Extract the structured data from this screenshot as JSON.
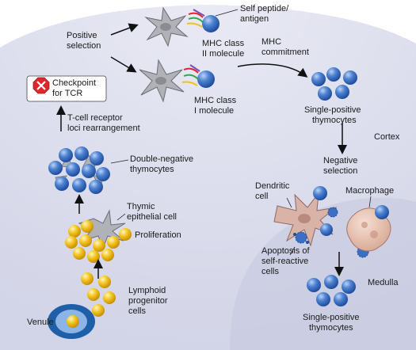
{
  "labels": {
    "self_peptide": [
      "Self peptide/",
      "antigen"
    ],
    "positive_selection": [
      "Positive",
      "selection"
    ],
    "mhc_class_ii": [
      "MHC class",
      "II molecule"
    ],
    "mhc_class_i": [
      "MHC class",
      "I molecule"
    ],
    "mhc_commitment": [
      "MHC",
      "commitment"
    ],
    "checkpoint": [
      "Checkpoint",
      "for TCR"
    ],
    "tcr_rearrangement": [
      "T-cell receptor",
      "loci rearrangement"
    ],
    "single_positive_top": [
      "Single-positive",
      "thymocytes"
    ],
    "cortex": "Cortex",
    "double_negative": [
      "Double-negative",
      "thymocytes"
    ],
    "negative_selection": [
      "Negative",
      "selection"
    ],
    "dendritic_cell": [
      "Dendritic",
      "cell"
    ],
    "macrophage": "Macrophage",
    "thymic_epithelial": [
      "Thymic",
      "epithelial cell"
    ],
    "proliferation": "Proliferation",
    "apoptosis": [
      "Apoptosis of",
      "self-reactive",
      "cells"
    ],
    "medulla": "Medulla",
    "lymphoid_progenitor": [
      "Lymphoid",
      "progenitor",
      "cells"
    ],
    "single_positive_bottom": [
      "Single-positive",
      "thymocytes"
    ],
    "venule": "Venule"
  },
  "colors": {
    "background_tissue": "#dfe0ee",
    "medulla_tissue": "#c9cbe0",
    "thymocyte_blue": "#3a6fc4",
    "progenitor_yellow": "#f2c21a",
    "epithelial_gray": "#a7a9ae",
    "dendritic_pink": "#d9b3a8",
    "macrophage_pink": "#e7c4b4",
    "checkpoint_red": "#e0262b",
    "venule_blue": "#1f5fa8"
  }
}
